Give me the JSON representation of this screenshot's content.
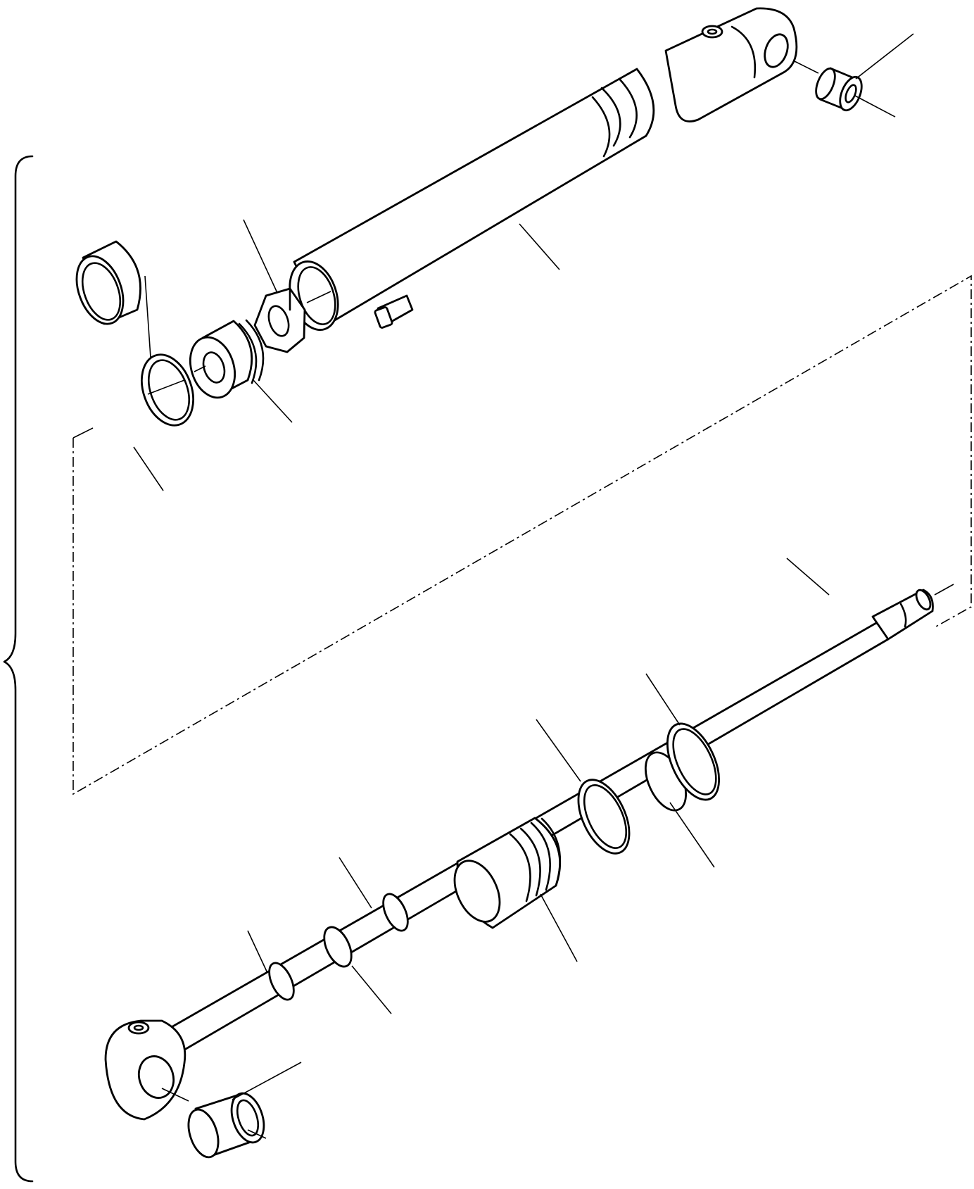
{
  "drawing": {
    "parts": [
      {
        "id": "bushing-top",
        "icon": "bushing-icon"
      },
      {
        "id": "cylinder-tube",
        "icon": "cylinder-tube-icon"
      },
      {
        "id": "piston-nut",
        "icon": "hex-nut-icon"
      },
      {
        "id": "piston",
        "icon": "piston-icon"
      },
      {
        "id": "piston-ring",
        "icon": "ring-icon"
      },
      {
        "id": "cylinder-head",
        "icon": "gland-icon"
      },
      {
        "id": "piston-rod",
        "icon": "piston-rod-icon"
      },
      {
        "id": "rod-bushing",
        "icon": "bushing-icon"
      }
    ],
    "style": {
      "line_color": "#000000",
      "background": "#ffffff"
    }
  }
}
